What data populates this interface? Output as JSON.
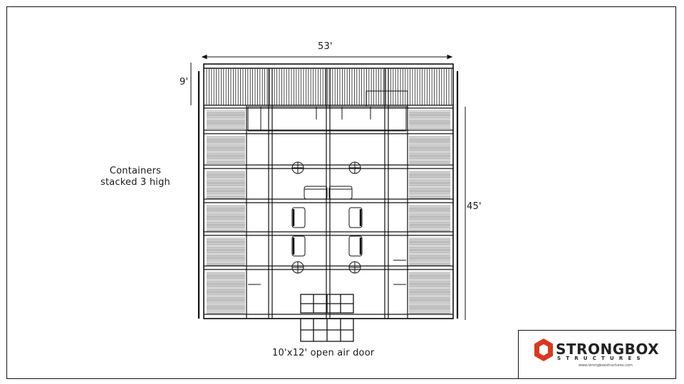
{
  "dimensions": {
    "width_label": "53'",
    "height_label": "9'",
    "depth_label": "45'"
  },
  "annotations": {
    "stack_line1": "Containers",
    "stack_line2": "stacked 3 high",
    "door": "10'x12' open air door"
  },
  "brand": {
    "name": "STRONGBOX",
    "subtitle": "STRUCTURES",
    "website": "www.strongboxstructures.com",
    "accent_color": "#d9381e"
  }
}
